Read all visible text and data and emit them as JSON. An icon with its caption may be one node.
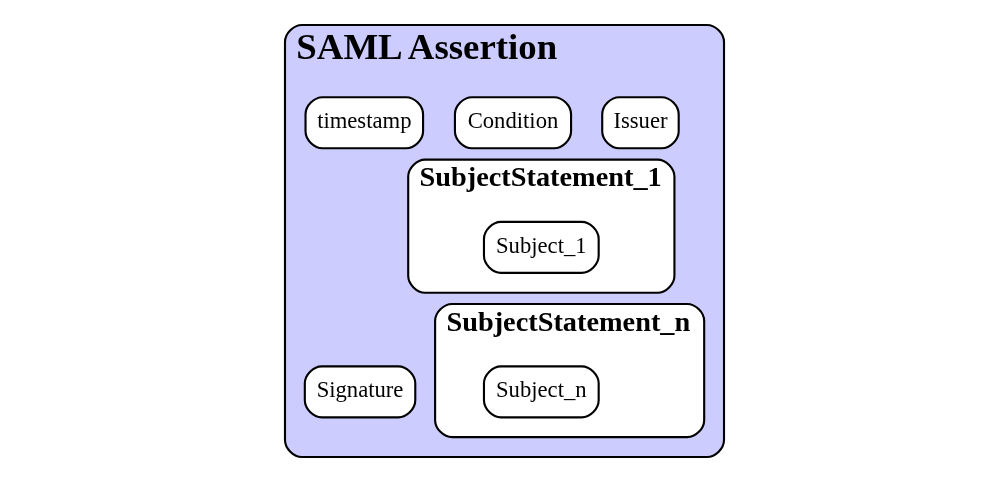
{
  "diagram": {
    "nodes": [
      {
        "text": [
          "SAML Assertion"
        ]
      },
      {
        "text": [
          "Issuer"
        ],
        "in": 0
      },
      {
        "text": [
          "Condition"
        ],
        "in": 0
      },
      {
        "text": [
          "timestamp"
        ],
        "in": 0
      },
      {
        "text": [
          "SubjectStatement_1"
        ],
        "in": 0
      },
      {
        "text": [
          "Subject_1"
        ],
        "in": 4
      },
      {
        "text": [
          "Signature"
        ],
        "in": 0
      },
      {
        "text": [
          "SubjectStatement_n"
        ],
        "in": 0
      },
      {
        "text": [
          "Subject_n"
        ],
        "in": 7
      }
    ],
    "edges": []
  }
}
